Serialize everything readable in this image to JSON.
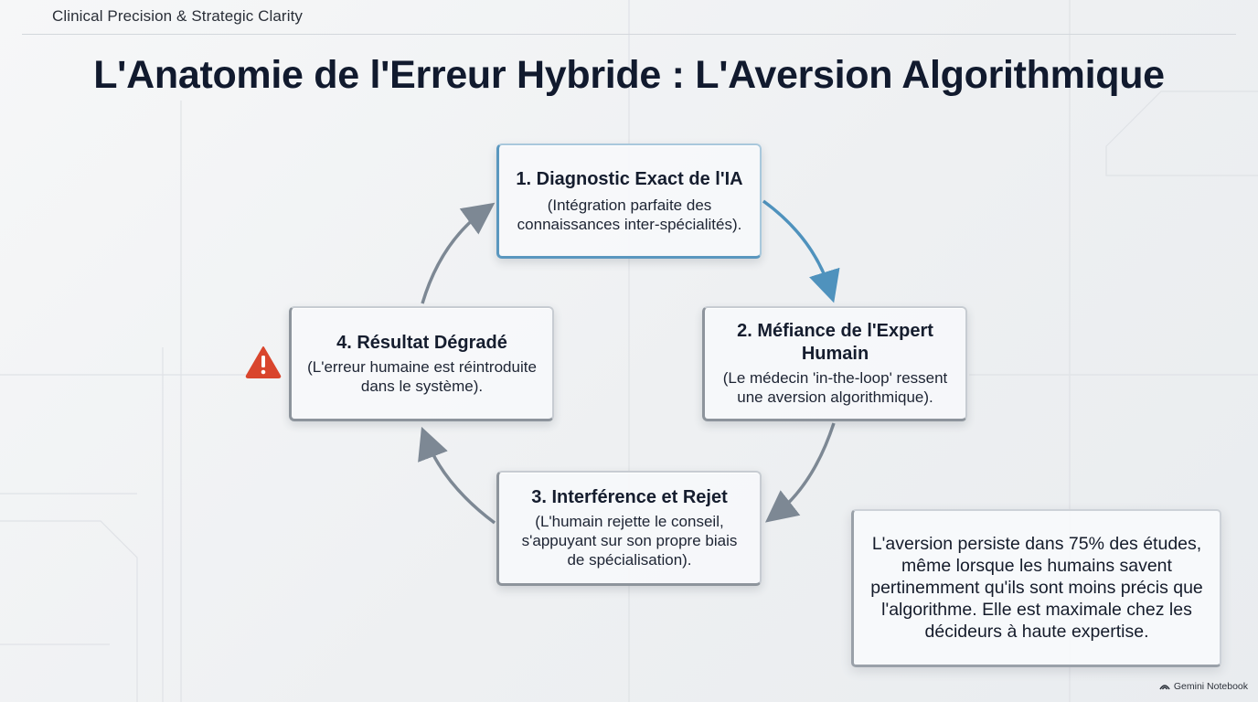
{
  "header": {
    "label": "Clinical Precision & Strategic Clarity"
  },
  "title": "L'Anatomie de l'Erreur Hybride : L'Aversion Algorithmique",
  "cycle": {
    "steps": [
      {
        "title": "1. Diagnostic Exact de l'IA",
        "description": "(Intégration parfaite des connaissances inter-spécialités)."
      },
      {
        "title": "2. Méfiance de l'Expert Humain",
        "description": "(Le médecin 'in-the-loop' ressent une aversion algorithmique)."
      },
      {
        "title": "3. Interférence et Rejet",
        "description": "(L'humain rejette le conseil, s'appuyant sur son propre biais de spécialisation)."
      },
      {
        "title": "4. Résultat Dégradé",
        "description": "(L'erreur humaine est réintroduite dans le système)."
      }
    ]
  },
  "note": "L'aversion persiste dans 75% des études, même lorsque les humains savent pertinemment qu'ils sont moins précis que l'algorithme. Elle est maximale chez les décideurs à haute expertise.",
  "footer": {
    "brand": "Gemini Notebook"
  },
  "colors": {
    "accent_blue": "#4f92bd",
    "arrow_gray": "#7d8894",
    "warning_red": "#d9452d",
    "title_navy": "#111a2e"
  },
  "icons": {
    "warning": "warning-triangle-icon",
    "brand": "gemini-notebook-icon"
  }
}
